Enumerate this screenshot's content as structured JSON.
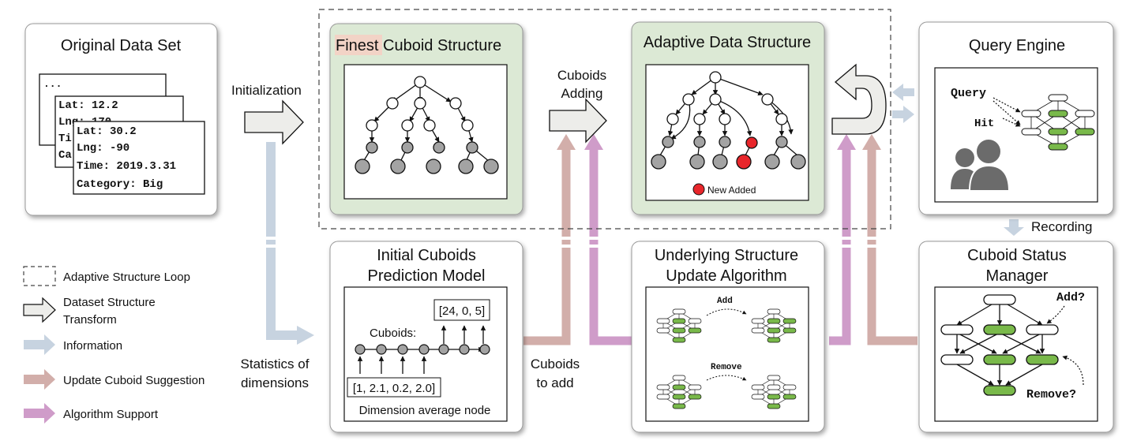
{
  "panels": {
    "original": {
      "title": "Original Data Set",
      "card_top": "...",
      "card_mid": [
        "Lat: 12.2",
        "Lng: 170",
        "Ti",
        "Ca"
      ],
      "card_front": [
        "Lat: 30.2",
        "Lng: -90",
        "Time: 2019.3.31",
        "Category: Big"
      ]
    },
    "finest": {
      "title_highlight": "Finest",
      "title_rest": " Cuboid Structure"
    },
    "adaptive": {
      "title": "Adaptive Data Structure",
      "legend": "New Added"
    },
    "query": {
      "title": "Query Engine",
      "query_label": "Query",
      "hit_label": "Hit"
    },
    "prediction": {
      "title_line1": "Initial Cuboids",
      "title_line2": "Prediction Model",
      "cuboids_label": "Cuboids:",
      "cuboid_value": "[24, 0, 5]",
      "dims_value": "[1, 2.1, 0.2, 2.0]",
      "caption": "Dimension average node"
    },
    "underlying": {
      "title_line1": "Underlying Structure",
      "title_line2": "Update Algorithm",
      "add_label": "Add",
      "remove_label": "Remove"
    },
    "status": {
      "title_line1": "Cuboid Status",
      "title_line2": "Manager",
      "add_label": "Add?",
      "remove_label": "Remove?"
    }
  },
  "labels": {
    "initialization": "Initialization",
    "cuboids_adding": [
      "Cuboids",
      "Adding"
    ],
    "statistics": [
      "Statistics of",
      "dimensions"
    ],
    "cuboids_to_add": [
      "Cuboids",
      "to add"
    ],
    "recording": "Recording"
  },
  "legend": [
    {
      "label": "Adaptive Structure Loop",
      "icon": "dashed-box"
    },
    {
      "label": "Dataset Structure\nTransform",
      "icon": "hollow-arrow"
    },
    {
      "label": "Information",
      "icon": "blue-arrow"
    },
    {
      "label": "Update Cuboid Suggestion",
      "icon": "tan-arrow"
    },
    {
      "label": "Algorithm Support",
      "icon": "purple-arrow"
    }
  ],
  "colors": {
    "green_panel": "#dce9d5",
    "highlight": "#f2d3c6",
    "info": "#c7d3e0",
    "suggestion": "#d2aeaa",
    "support": "#cf9cc9",
    "node": "#a3a3a3",
    "new_node": "#e8262b",
    "lattice_green": "#79b94a"
  }
}
